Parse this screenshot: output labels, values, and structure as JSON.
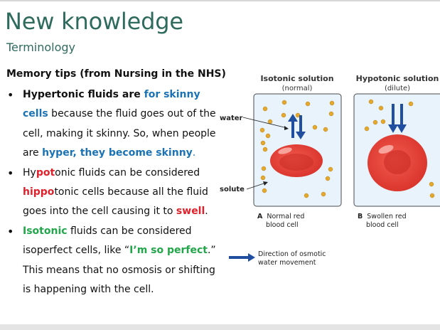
{
  "slide": {
    "title": "New knowledge",
    "subtitle": "Terminology",
    "tips_heading": "Memory tips (from Nursing in the NHS)"
  },
  "tips": [
    {
      "segments": [
        {
          "text": "Hypertonic fluids are ",
          "style": "b"
        },
        {
          "text": "for skinny cells",
          "style": "blue"
        },
        {
          "text": " because the fluid goes out of the cell, making it skinny. So, when people are ",
          "style": ""
        },
        {
          "text": "hyper, they become skinny",
          "style": "blue"
        },
        {
          "text": ".",
          "style": "blue-plain"
        }
      ]
    },
    {
      "segments": [
        {
          "text": "Hy",
          "style": ""
        },
        {
          "text": "pot",
          "style": "red"
        },
        {
          "text": "onic fluids can be considered ",
          "style": ""
        },
        {
          "text": "hippo",
          "style": "red"
        },
        {
          "text": "tonic cells because all the fluid goes into the cell causing it to ",
          "style": ""
        },
        {
          "text": "swell",
          "style": "red"
        },
        {
          "text": ".",
          "style": ""
        }
      ]
    },
    {
      "segments": [
        {
          "text": "Isotonic",
          "style": "green"
        },
        {
          "text": " fluids can be considered isoperfect cells, like “",
          "style": ""
        },
        {
          "text": "I’m so perfect",
          "style": "green"
        },
        {
          "text": ".” This means that no osmosis or shifting is happening with the cell.",
          "style": ""
        }
      ]
    }
  ],
  "diagram": {
    "panel_a": {
      "title": "Isotonic solution",
      "subtitle": "(normal)",
      "letter": "A",
      "caption_line1": "Normal red",
      "caption_line2": "blood cell"
    },
    "panel_b": {
      "title": "Hypotonic solution",
      "subtitle": "(dilute)",
      "letter": "B",
      "caption_line1": "Swollen red",
      "caption_line2": "blood cell"
    },
    "label_water": "water",
    "label_solute": "solute",
    "legend_line1": "Direction of osmotic",
    "legend_line2": "water movement"
  },
  "colors": {
    "heading": "#2e6b5d",
    "blue": "#1a73b5",
    "red": "#e0202a",
    "green": "#22a64a",
    "solution_fill": "#e8f3fb",
    "cell": "#e23b32",
    "solute_dot": "#e3a82c",
    "arrow": "#1f4f9e"
  }
}
